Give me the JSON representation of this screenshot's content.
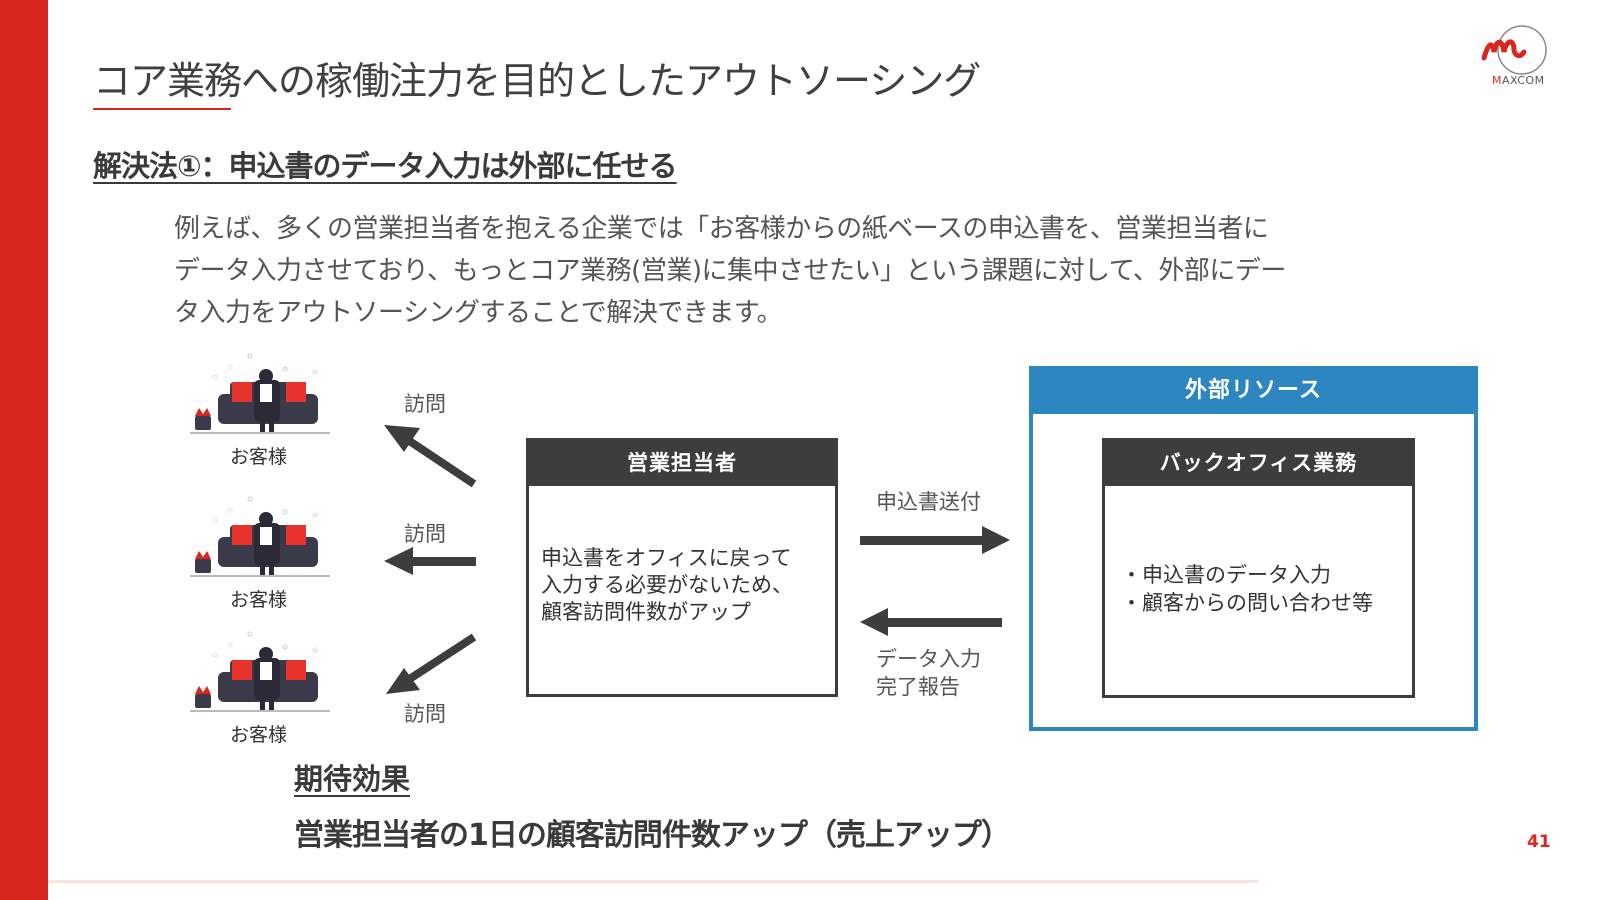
{
  "slide": {
    "title": "コア業務への稼働注力を目的としたアウトソーシング",
    "subtitle": "解決法①：申込書のデータ入力は外部に任せる",
    "description_lines": [
      "例えば、多くの営業担当者を抱える企業では「お客様からの紙ベースの申込書を、営業担当者に",
      "データ入力させており、もっとコア業務(営業)に集中させたい」という課題に対して、外部にデー",
      "タ入力をアウトソーシングすることで解決できます。"
    ],
    "logo": {
      "brand_first": "M",
      "brand_rest": "AXCOM"
    },
    "page_number": "41",
    "colors": {
      "accent_red": "#d9271e",
      "accent_blue": "#2e86c1",
      "box_dark": "#3d3d3d"
    }
  },
  "diagram": {
    "customers": [
      {
        "label": "お客様",
        "visit_label": "訪問"
      },
      {
        "label": "お客様",
        "visit_label": "訪問"
      },
      {
        "label": "お客様",
        "visit_label": "訪問"
      }
    ],
    "sales_box": {
      "title": "営業担当者",
      "body_lines": [
        "申込書をオフィスに戻って",
        "入力する必要がないため、",
        "顧客訪問件数がアップ"
      ]
    },
    "send_arrow_label": "申込書送付",
    "report_arrow_label_lines": [
      "データ入力",
      "完了報告"
    ],
    "external_resource": {
      "title": "外部リソース",
      "inner_box": {
        "title": "バックオフィス業務",
        "items": [
          "・申込書のデータ入力",
          "・顧客からの問い合わせ等"
        ]
      }
    }
  },
  "effect": {
    "title": "期待効果",
    "text": "営業担当者の1日の顧客訪問件数アップ（売上アップ）"
  }
}
